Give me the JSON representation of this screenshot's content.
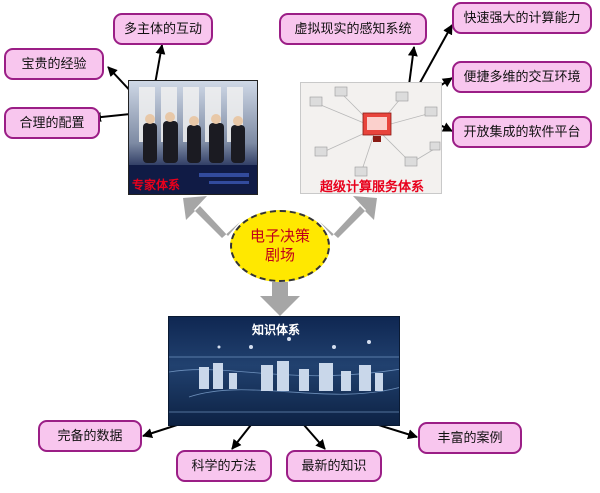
{
  "center": {
    "line1": "电子决策",
    "line2": "剧场"
  },
  "expert": {
    "caption": "专家体系"
  },
  "supercomputing": {
    "caption": "超级计算服务体系"
  },
  "knowledge": {
    "caption": "知识体系"
  },
  "expert_features": [
    "多主体的互动",
    "宝贵的经验",
    "合理的配置"
  ],
  "computing_features": [
    "虚拟现实的感知系统",
    "快速强大的计算能力",
    "便捷多维的交互环境",
    "开放集成的软件平台"
  ],
  "knowledge_features": [
    "完备的数据",
    "科学的方法",
    "最新的知识",
    "丰富的案例"
  ],
  "colors": {
    "pill_fill": "#f8c6ee",
    "pill_border": "#9b1e86",
    "center_fill": "#ffe800",
    "center_text": "#c0001a",
    "arrow_gray": "#a6a6a6",
    "caption_red": "#e8001c",
    "caption_blue": "#2a3dbf"
  }
}
